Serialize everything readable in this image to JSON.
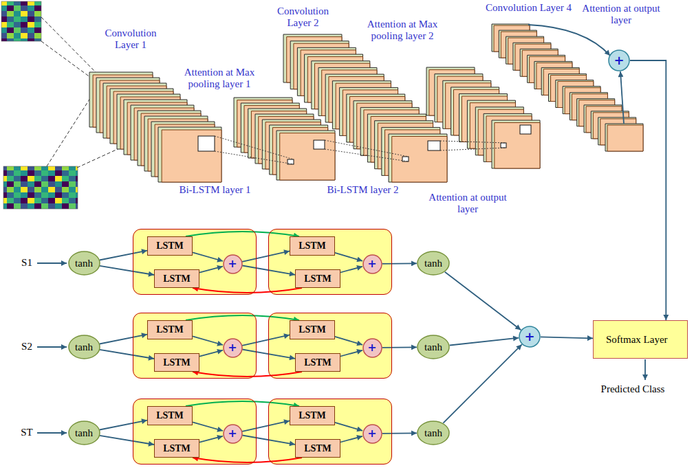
{
  "diagram": {
    "nodes": [
      {
        "text": [
          "+"
        ]
      },
      {
        "text": [
          "tanh"
        ]
      },
      {
        "text": []
      },
      {
        "text": [
          "LSTM"
        ],
        "in": 2
      },
      {
        "text": [
          "LSTM"
        ],
        "in": 2
      },
      {
        "text": [
          "+"
        ],
        "in": 2
      },
      {
        "text": []
      },
      {
        "text": [
          "LSTM"
        ],
        "in": 6
      },
      {
        "text": [
          "LSTM"
        ],
        "in": 6
      },
      {
        "text": [
          "+"
        ],
        "in": 6
      },
      {
        "text": [
          "tanh"
        ]
      },
      {
        "text": [
          "tanh"
        ]
      },
      {
        "text": []
      },
      {
        "text": [
          "LSTM"
        ],
        "in": 12
      },
      {
        "text": [
          "LSTM"
        ],
        "in": 12
      },
      {
        "text": [
          "+"
        ],
        "in": 12
      },
      {
        "text": []
      },
      {
        "text": [
          "LSTM"
        ],
        "in": 16
      },
      {
        "text": [
          "LSTM"
        ],
        "in": 16
      },
      {
        "text": [
          "+"
        ],
        "in": 16
      },
      {
        "text": [
          "tanh"
        ]
      },
      {
        "text": [
          "tanh"
        ]
      },
      {
        "text": []
      },
      {
        "text": [
          "LSTM"
        ],
        "in": 22
      },
      {
        "text": [
          "LSTM"
        ],
        "in": 22
      },
      {
        "text": [
          "+"
        ],
        "in": 22
      },
      {
        "text": []
      },
      {
        "text": [
          "LSTM"
        ],
        "in": 26
      },
      {
        "text": [
          "LSTM"
        ],
        "in": 26
      },
      {
        "text": [
          "+"
        ],
        "in": 26
      },
      {
        "text": [
          "tanh"
        ]
      },
      {
        "text": [
          "+"
        ]
      },
      {
        "text": [
          "Softmax Layer"
        ]
      }
    ],
    "edges": [
      {
        "from": 1,
        "to": 3,
        "arrow": "to"
      },
      {
        "from": 1,
        "to": 4,
        "arrow": "to"
      },
      {
        "from": 3,
        "to": 5,
        "arrow": "to"
      },
      {
        "from": 4,
        "to": 5,
        "arrow": "to"
      },
      {
        "from": 5,
        "to": 7,
        "arrow": "to"
      },
      {
        "from": 5,
        "to": 8,
        "arrow": "to"
      },
      {
        "from": 7,
        "to": 9,
        "arrow": "to"
      },
      {
        "from": 8,
        "to": 9,
        "arrow": "to"
      },
      {
        "from": 9,
        "to": 10,
        "arrow": "to"
      },
      {
        "from": 3,
        "to": 7,
        "arrow": "to"
      },
      {
        "from": 8,
        "to": 4,
        "arrow": "to"
      },
      {
        "from": 10,
        "to": 31,
        "arrow": "to"
      },
      {
        "from": 11,
        "to": 13,
        "arrow": "to"
      },
      {
        "from": 11,
        "to": 14,
        "arrow": "to"
      },
      {
        "from": 13,
        "to": 15,
        "arrow": "to"
      },
      {
        "from": 14,
        "to": 15,
        "arrow": "to"
      },
      {
        "from": 15,
        "to": 17,
        "arrow": "to"
      },
      {
        "from": 15,
        "to": 18,
        "arrow": "to"
      },
      {
        "from": 17,
        "to": 19,
        "arrow": "to"
      },
      {
        "from": 18,
        "to": 19,
        "arrow": "to"
      },
      {
        "from": 19,
        "to": 20,
        "arrow": "to"
      },
      {
        "from": 13,
        "to": 17,
        "arrow": "to"
      },
      {
        "from": 18,
        "to": 14,
        "arrow": "to"
      },
      {
        "from": 20,
        "to": 31,
        "arrow": "to"
      },
      {
        "from": 21,
        "to": 23,
        "arrow": "to"
      },
      {
        "from": 21,
        "to": 24,
        "arrow": "to"
      },
      {
        "from": 23,
        "to": 25,
        "arrow": "to"
      },
      {
        "from": 24,
        "to": 25,
        "arrow": "to"
      },
      {
        "from": 25,
        "to": 27,
        "arrow": "to"
      },
      {
        "from": 25,
        "to": 28,
        "arrow": "to"
      },
      {
        "from": 27,
        "to": 29,
        "arrow": "to"
      },
      {
        "from": 28,
        "to": 29,
        "arrow": "to"
      },
      {
        "from": 29,
        "to": 30,
        "arrow": "to"
      },
      {
        "from": 23,
        "to": 27,
        "arrow": "to"
      },
      {
        "from": 28,
        "to": 24,
        "arrow": "to"
      },
      {
        "from": 30,
        "to": 31,
        "arrow": "to"
      },
      {
        "from": 31,
        "to": 32,
        "arrow": "to"
      },
      {
        "from": 0,
        "to": 32,
        "arrow": "to"
      }
    ],
    "labels": [
      "Convolution Layer 1",
      "Attention at Max pooling layer 1",
      "Convolution Layer 2",
      "Attention at Max pooling layer 2",
      "Convolution Layer 4",
      "Attention at output layer",
      "Bi-LSTM layer 1",
      "Bi-LSTM layer 2",
      "Attention at output layer",
      "S1",
      "S2",
      "ST",
      "Predicted Class"
    ]
  }
}
